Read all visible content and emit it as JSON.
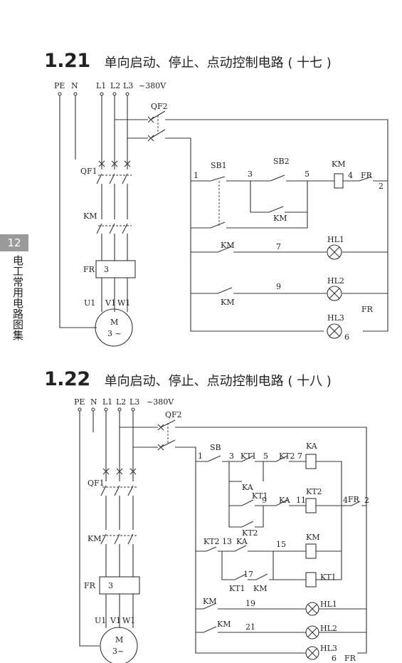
{
  "page": {
    "number": "12",
    "book_title": "电工常用电路图集"
  },
  "sections": [
    {
      "number": "1.21",
      "title": "单向启动、停止、点动控制电路 ( 十七 )",
      "power": {
        "pe": "PE",
        "n": "N",
        "l1": "L1",
        "l2": "L2",
        "l3": "L3",
        "voltage": "~380V"
      },
      "components": {
        "qf2": "QF2",
        "qf1": "QF1",
        "km": "KM",
        "fr": "FR",
        "fr_box": "3",
        "motor": "M",
        "motor_type": "3 ~",
        "u1": "U1",
        "v1": "V1",
        "w1": "W1",
        "sb1": "SB1",
        "sb2": "SB2",
        "km_coil": "KM",
        "hl1": "HL1",
        "hl2": "HL2",
        "hl3": "HL3"
      },
      "nodes": [
        "1",
        "3",
        "5",
        "4",
        "2",
        "7",
        "9",
        "6"
      ]
    },
    {
      "number": "1.22",
      "title": "单向启动、停止、点动控制电路 ( 十八 )",
      "power": {
        "pe": "PE",
        "n": "N",
        "l1": "L1",
        "l2": "L2",
        "l3": "L3",
        "voltage": "~380V"
      },
      "components": {
        "qf2": "QF2",
        "qf1": "QF1",
        "km": "KM",
        "fr": "FR",
        "fr_box": "3",
        "motor": "M",
        "motor_type": "3~",
        "u1": "U1",
        "v1": "V1",
        "w1": "W1",
        "sb": "SB",
        "kt1": "KT1",
        "kt2": "KT2",
        "ka": "KA",
        "hl1": "HL1",
        "hl2": "HL2",
        "hl3": "HL3"
      },
      "nodes": [
        "1",
        "3",
        "5",
        "7",
        "9",
        "11",
        "4",
        "2",
        "13",
        "15",
        "17",
        "19",
        "21",
        "6"
      ]
    }
  ]
}
